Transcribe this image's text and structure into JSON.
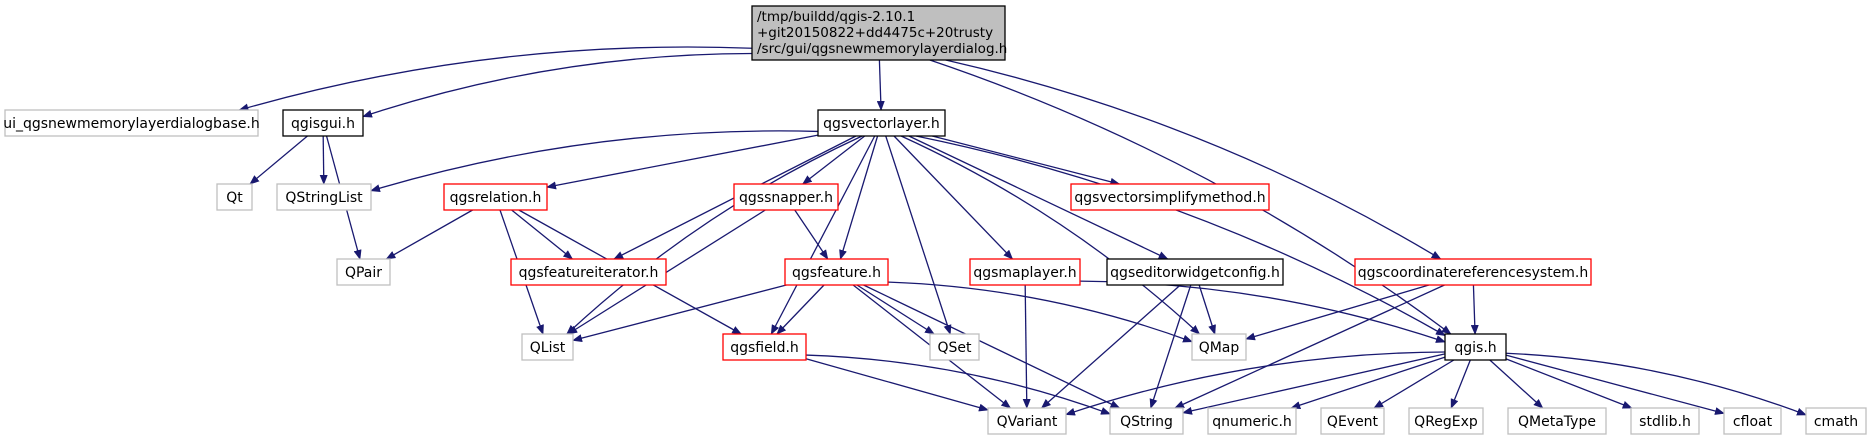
{
  "colors": {
    "edge": "#191970",
    "border_documented": "#000000",
    "border_undocumented": "#bfbfbf",
    "border_truncated": "#ff0000",
    "root_fill": "#bfbfbf",
    "node_fill": "#ffffff",
    "text": "#000000"
  },
  "graph": {
    "nodes": [
      {
        "id": "root",
        "label": "/tmp/buildd/qgis-2.10.1\n+git20150822+dd4475c+20trusty\n/src/gui/qgsnewmemorylayerdialog.h",
        "style": "root"
      },
      {
        "id": "uibase",
        "label": "ui_qgsnewmemorylayerdialogbase.h",
        "style": "undocumented"
      },
      {
        "id": "qgisgui",
        "label": "qgisgui.h",
        "style": "documented"
      },
      {
        "id": "qgsvectorlayer",
        "label": "qgsvectorlayer.h",
        "style": "documented"
      },
      {
        "id": "qt",
        "label": "Qt",
        "style": "undocumented"
      },
      {
        "id": "qstringlist",
        "label": "QStringList",
        "style": "undocumented"
      },
      {
        "id": "qgsrelation",
        "label": "qgsrelation.h",
        "style": "truncated"
      },
      {
        "id": "qgssnapper",
        "label": "qgssnapper.h",
        "style": "truncated"
      },
      {
        "id": "qgsvectorsimplify",
        "label": "qgsvectorsimplifymethod.h",
        "style": "truncated"
      },
      {
        "id": "qpair",
        "label": "QPair",
        "style": "undocumented"
      },
      {
        "id": "qgsfeatureiterator",
        "label": "qgsfeatureiterator.h",
        "style": "truncated"
      },
      {
        "id": "qgsfeature",
        "label": "qgsfeature.h",
        "style": "truncated"
      },
      {
        "id": "qgsmaplayer",
        "label": "qgsmaplayer.h",
        "style": "truncated"
      },
      {
        "id": "qgseditorwidgetconfig",
        "label": "qgseditorwidgetconfig.h",
        "style": "documented"
      },
      {
        "id": "qgscrs",
        "label": "qgscoordinatereferencesystem.h",
        "style": "truncated"
      },
      {
        "id": "qlist",
        "label": "QList",
        "style": "undocumented"
      },
      {
        "id": "qgsfield",
        "label": "qgsfield.h",
        "style": "truncated"
      },
      {
        "id": "qset",
        "label": "QSet",
        "style": "undocumented"
      },
      {
        "id": "qmap",
        "label": "QMap",
        "style": "undocumented"
      },
      {
        "id": "qgis",
        "label": "qgis.h",
        "style": "documented"
      },
      {
        "id": "qvariant",
        "label": "QVariant",
        "style": "undocumented"
      },
      {
        "id": "qstring",
        "label": "QString",
        "style": "undocumented"
      },
      {
        "id": "qnumeric",
        "label": "qnumeric.h",
        "style": "undocumented"
      },
      {
        "id": "qevent",
        "label": "QEvent",
        "style": "undocumented"
      },
      {
        "id": "qregexp",
        "label": "QRegExp",
        "style": "undocumented"
      },
      {
        "id": "qmetatype",
        "label": "QMetaType",
        "style": "undocumented"
      },
      {
        "id": "stdlib",
        "label": "stdlib.h",
        "style": "undocumented"
      },
      {
        "id": "cfloat",
        "label": "cfloat",
        "style": "undocumented"
      },
      {
        "id": "cmath",
        "label": "cmath",
        "style": "undocumented"
      }
    ],
    "edges": [
      [
        "root",
        "uibase"
      ],
      [
        "root",
        "qgisgui"
      ],
      [
        "root",
        "qgsvectorlayer"
      ],
      [
        "root",
        "qgscrs"
      ],
      [
        "root",
        "qgis"
      ],
      [
        "qgisgui",
        "qt"
      ],
      [
        "qgisgui",
        "qstringlist"
      ],
      [
        "qgisgui",
        "qpair"
      ],
      [
        "qgsvectorlayer",
        "qstringlist"
      ],
      [
        "qgsvectorlayer",
        "qgsrelation"
      ],
      [
        "qgsvectorlayer",
        "qgssnapper"
      ],
      [
        "qgsvectorlayer",
        "qgsvectorsimplify"
      ],
      [
        "qgsvectorlayer",
        "qgsfeatureiterator"
      ],
      [
        "qgsvectorlayer",
        "qgsfeature"
      ],
      [
        "qgsvectorlayer",
        "qgsmaplayer"
      ],
      [
        "qgsvectorlayer",
        "qgseditorwidgetconfig"
      ],
      [
        "qgsvectorlayer",
        "qlist"
      ],
      [
        "qgsvectorlayer",
        "qgsfield"
      ],
      [
        "qgsvectorlayer",
        "qset"
      ],
      [
        "qgsvectorlayer",
        "qmap"
      ],
      [
        "qgsvectorlayer",
        "qgis"
      ],
      [
        "qgsrelation",
        "qpair"
      ],
      [
        "qgsrelation",
        "qgsfeatureiterator"
      ],
      [
        "qgsrelation",
        "qlist"
      ],
      [
        "qgsrelation",
        "qgsfield"
      ],
      [
        "qgssnapper",
        "qgsfeature"
      ],
      [
        "qgssnapper",
        "qlist"
      ],
      [
        "qgsfeature",
        "qlist"
      ],
      [
        "qgsfeature",
        "qgsfield"
      ],
      [
        "qgsfeature",
        "qset"
      ],
      [
        "qgsfeature",
        "qmap"
      ],
      [
        "qgsfeature",
        "qvariant"
      ],
      [
        "qgsfeature",
        "qstring"
      ],
      [
        "qgsmaplayer",
        "qvariant"
      ],
      [
        "qgsmaplayer",
        "qgis"
      ],
      [
        "qgseditorwidgetconfig",
        "qmap"
      ],
      [
        "qgseditorwidgetconfig",
        "qvariant"
      ],
      [
        "qgseditorwidgetconfig",
        "qstring"
      ],
      [
        "qgscrs",
        "qmap"
      ],
      [
        "qgscrs",
        "qstring"
      ],
      [
        "qgscrs",
        "qgis"
      ],
      [
        "qgsfield",
        "qvariant"
      ],
      [
        "qgsfield",
        "qstring"
      ],
      [
        "qgis",
        "qvariant"
      ],
      [
        "qgis",
        "qstring"
      ],
      [
        "qgis",
        "qnumeric"
      ],
      [
        "qgis",
        "qevent"
      ],
      [
        "qgis",
        "qregexp"
      ],
      [
        "qgis",
        "qmetatype"
      ],
      [
        "qgis",
        "stdlib"
      ],
      [
        "qgis",
        "cfloat"
      ],
      [
        "qgis",
        "cmath"
      ]
    ]
  }
}
